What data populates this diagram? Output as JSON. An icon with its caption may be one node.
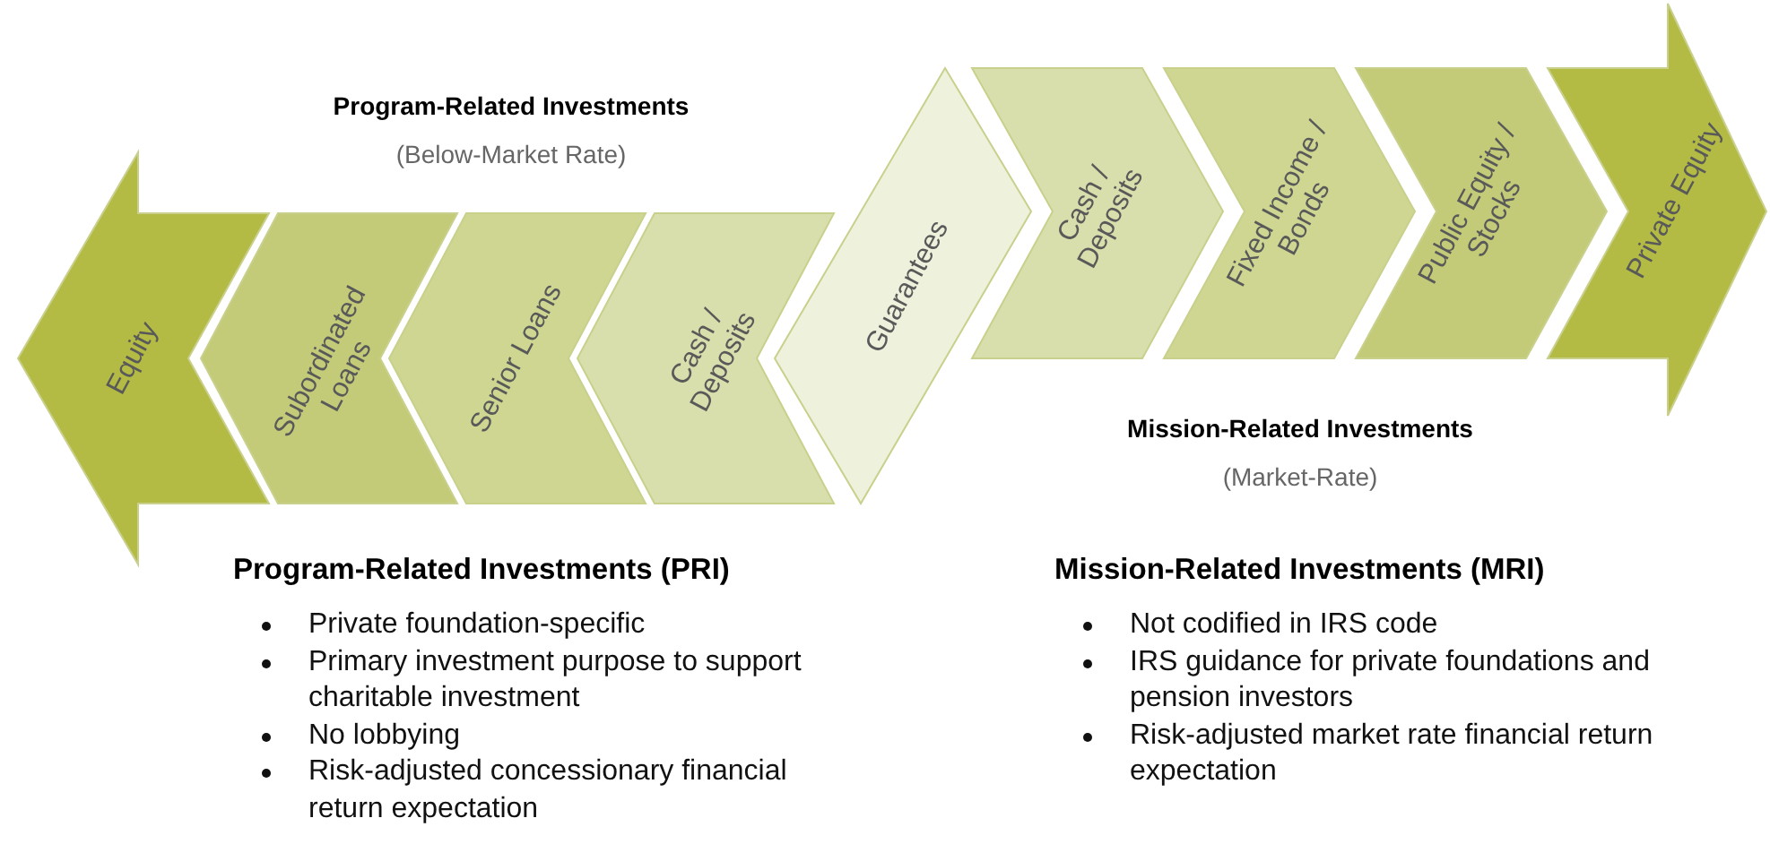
{
  "diagram": {
    "nodes": [
      {
        "text": [
          "Equity"
        ]
      },
      {
        "text": [
          "Subordinated Loans"
        ]
      },
      {
        "text": [
          "Senior Loans"
        ]
      },
      {
        "text": [
          "Cash / Deposits"
        ]
      },
      {
        "text": [
          "Guarantees"
        ]
      },
      {
        "text": [
          "Cash / Deposits"
        ]
      },
      {
        "text": [
          "Fixed Income / Bonds"
        ]
      },
      {
        "text": [
          "Public Equity / Stocks"
        ]
      },
      {
        "text": [
          "Private Equity"
        ]
      }
    ],
    "labels": [
      "Program-Related Investments",
      "(Below-Market Rate)",
      "Mission-Related Investments",
      "(Market-Rate)",
      "Program-Related Investments (PRI)",
      "Private foundation-specific",
      "Primary investment purpose to support charitable investment",
      "No lobbying",
      "Risk-adjusted concessionary financial return expectation",
      "Mission-Related Investments (MRI)",
      "Not codified in IRS code",
      "IRS guidance for private foundations and pension investors",
      "Risk-adjusted market rate financial return expectation"
    ]
  }
}
